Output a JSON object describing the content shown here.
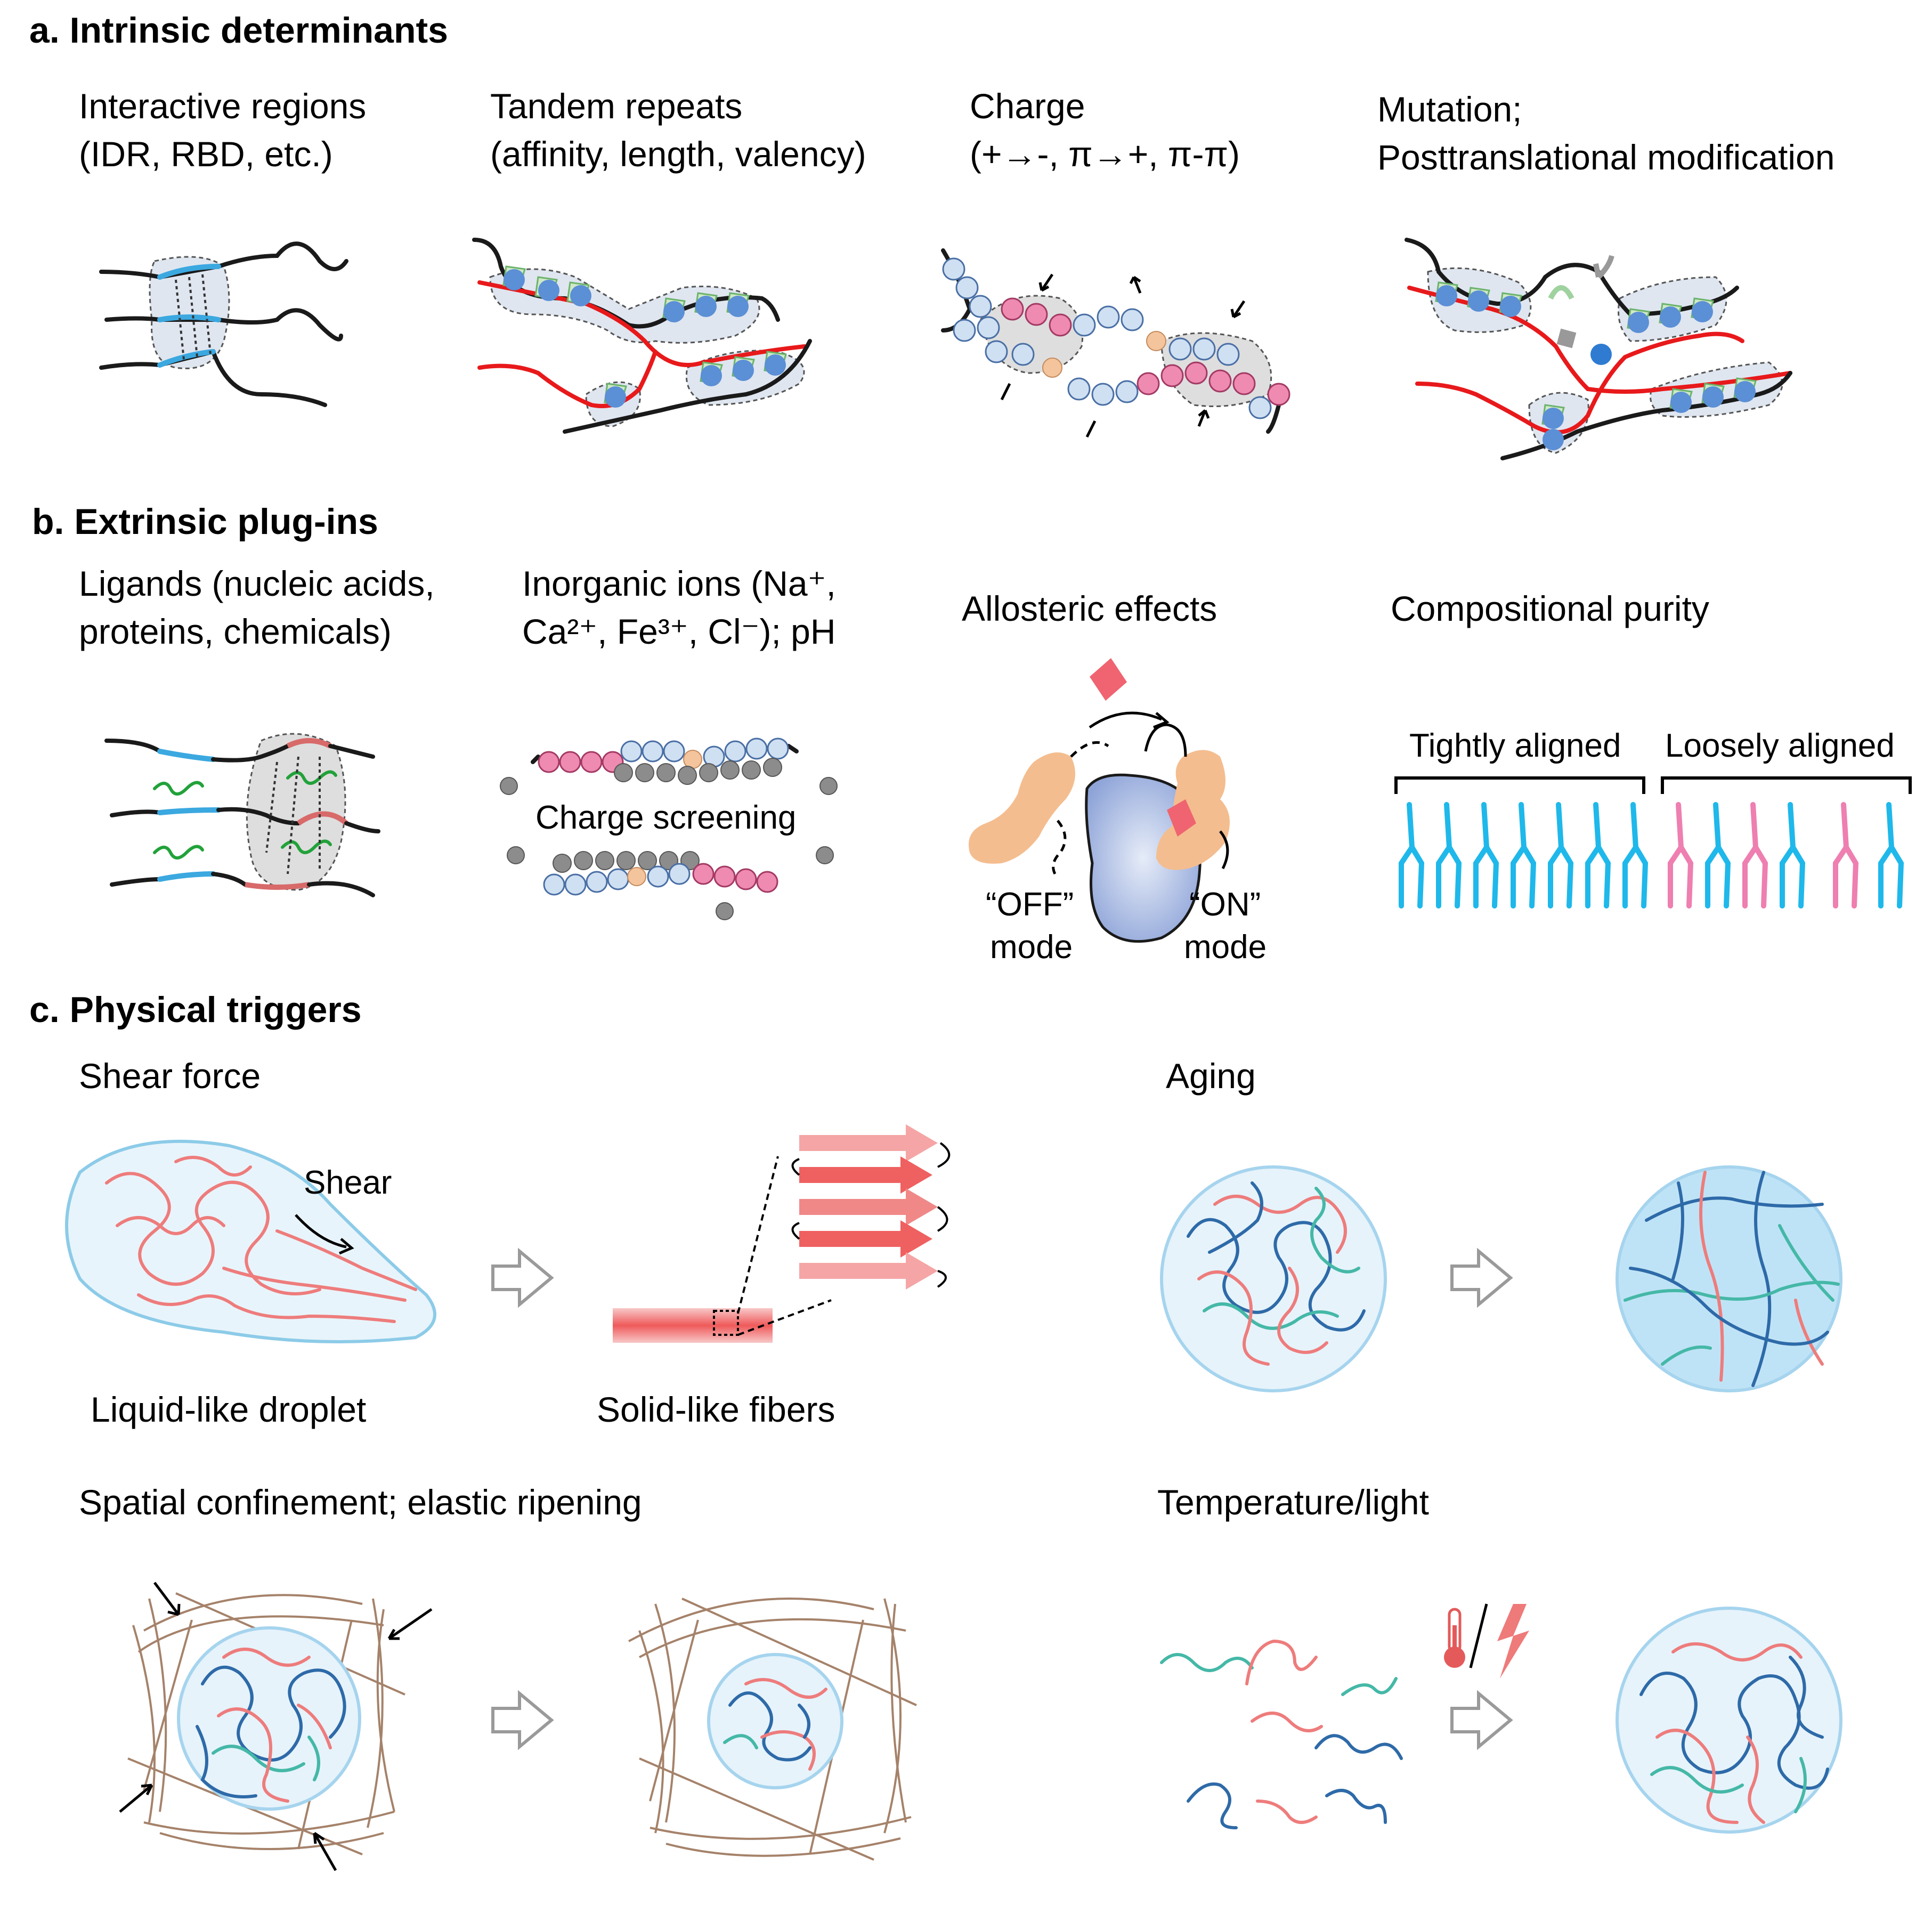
{
  "sections": {
    "a": {
      "title": "a. Intrinsic determinants",
      "panels": [
        {
          "line1": "Interactive regions",
          "line2": "(IDR, RBD, etc.)"
        },
        {
          "line1": "Tandem repeats",
          "line2": "(affinity, length, valency)"
        },
        {
          "line1": "Charge",
          "line2": "(+→-, π→+, π-π)"
        },
        {
          "line1": "Mutation;",
          "line2": "Posttranslational modification"
        }
      ]
    },
    "b": {
      "title": "b. Extrinsic plug-ins",
      "panels": [
        {
          "line1": "Ligands (nucleic acids,",
          "line2": "proteins, chemicals)"
        },
        {
          "line1": "Inorganic ions (Na⁺,",
          "line2": "Ca²⁺, Fe³⁺, Cl⁻); pH"
        },
        {
          "line1": "Allosteric effects",
          "line2": ""
        },
        {
          "line1": "Compositional purity",
          "line2": ""
        }
      ],
      "charge_screening": "Charge screening",
      "off_mode": [
        "“OFF”",
        "mode"
      ],
      "on_mode": [
        "“ON”",
        "mode"
      ],
      "tightly_aligned": "Tightly aligned",
      "loosely_aligned": "Loosely aligned"
    },
    "c": {
      "title": "c. Physical triggers",
      "shear_force": "Shear force",
      "shear": "Shear",
      "liquid_droplet": "Liquid-like droplet",
      "solid_fibers": "Solid-like fibers",
      "aging": "Aging",
      "spatial": "Spatial confinement; elastic ripening",
      "temperature": "Temperature/light"
    }
  },
  "icons": [
    "arrow-right-hollow-icon",
    "thermometer-icon",
    "lightning-icon"
  ],
  "colors": {
    "chain": "#1a1a1a",
    "red_chain": "#e8191b",
    "blue_region": "#3ba8e0",
    "positive": "#cfe0f2",
    "negative": "#ef8ab0",
    "droplet": "#e8f4fb",
    "fiber": "#f06a6a"
  }
}
